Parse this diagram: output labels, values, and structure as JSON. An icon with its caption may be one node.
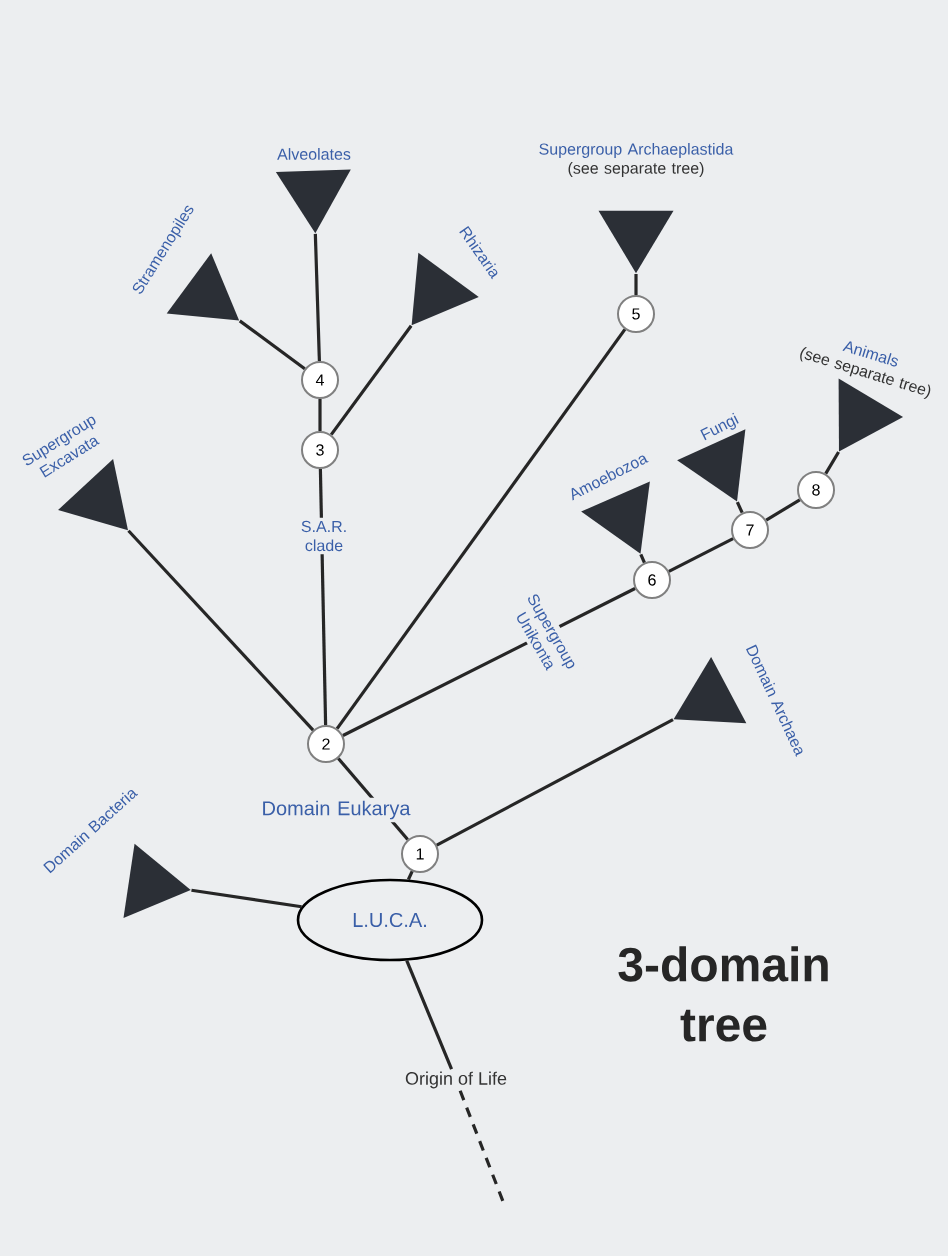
{
  "diagram": {
    "title": "3-domain tree",
    "nodes": [
      {
        "text": [
          "L.U.C.A."
        ]
      },
      {
        "text": [
          "1"
        ]
      },
      {
        "text": [
          "2"
        ]
      },
      {
        "text": [
          "3"
        ]
      },
      {
        "text": [
          "4"
        ]
      },
      {
        "text": [
          "5"
        ]
      },
      {
        "text": [
          "6"
        ]
      },
      {
        "text": [
          "7"
        ]
      },
      {
        "text": [
          "8"
        ]
      },
      {
        "text": [
          "Domain Bacteria"
        ]
      },
      {
        "text": [
          "Domain Archaea"
        ]
      },
      {
        "text": [
          "Supergroup Excavata"
        ]
      },
      {
        "text": [
          "Stramenopiles"
        ]
      },
      {
        "text": [
          "Alveolates"
        ]
      },
      {
        "text": [
          "Rhizaria"
        ]
      },
      {
        "text": [
          "Supergroup Archaeplastida",
          "(see separate tree)"
        ]
      },
      {
        "text": [
          "Amoebozoa"
        ]
      },
      {
        "text": [
          "Fungi"
        ]
      },
      {
        "text": [
          "Animals",
          "(see separate tree)"
        ]
      },
      {
        "text": [
          "Origin of Life"
        ]
      }
    ],
    "edges": [
      {
        "from": 0,
        "to": 9,
        "arrow": "none"
      },
      {
        "from": 0,
        "to": 1,
        "arrow": "none"
      },
      {
        "from": 1,
        "to": 10,
        "arrow": "none"
      },
      {
        "from": 1,
        "to": 2,
        "arrow": "none",
        "label": "Domain Eukarya"
      },
      {
        "from": 2,
        "to": 11,
        "arrow": "none"
      },
      {
        "from": 2,
        "to": 3,
        "arrow": "none",
        "label": "S.A.R. clade"
      },
      {
        "from": 3,
        "to": 4,
        "arrow": "none"
      },
      {
        "from": 4,
        "to": 12,
        "arrow": "none"
      },
      {
        "from": 4,
        "to": 13,
        "arrow": "none"
      },
      {
        "from": 3,
        "to": 14,
        "arrow": "none"
      },
      {
        "from": 2,
        "to": 5,
        "arrow": "none"
      },
      {
        "from": 5,
        "to": 15,
        "arrow": "none"
      },
      {
        "from": 2,
        "to": 6,
        "arrow": "none",
        "label": "Supergroup Unikonta"
      },
      {
        "from": 6,
        "to": 16,
        "arrow": "none"
      },
      {
        "from": 6,
        "to": 7,
        "arrow": "none"
      },
      {
        "from": 7,
        "to": 17,
        "arrow": "none"
      },
      {
        "from": 7,
        "to": 8,
        "arrow": "none"
      },
      {
        "from": 8,
        "to": 18,
        "arrow": "none"
      },
      {
        "from": 0,
        "to": 19,
        "arrow": "none"
      },
      {
        "from": 19,
        "to": null,
        "arrow": "none",
        "style": "dashed"
      }
    ]
  }
}
